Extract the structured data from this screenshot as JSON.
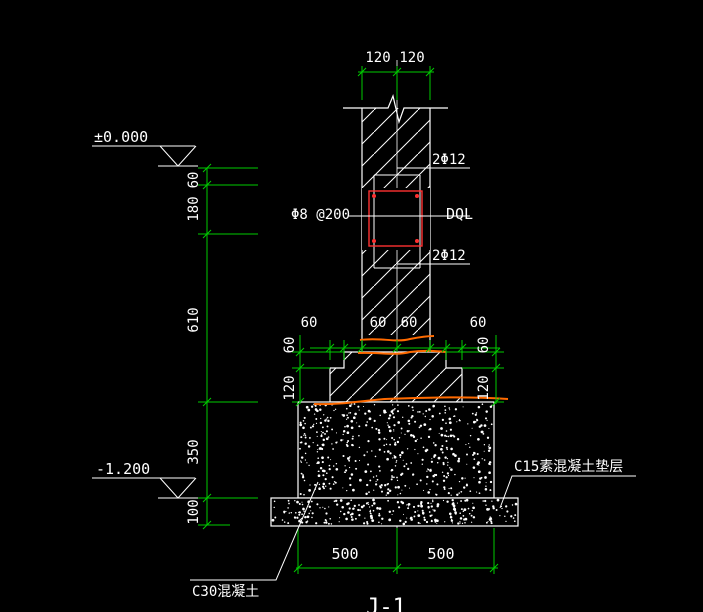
{
  "drawing": {
    "title": "J-1",
    "colors": {
      "background": "#000000",
      "white": "#ffffff",
      "dim_green": "#00cc00",
      "rebar_red": "#ff3030",
      "break_orange": "#ff6a00"
    },
    "elevations": {
      "top": "±0.000",
      "bottom": "-1.200"
    },
    "left_dims": [
      "60",
      "180",
      "610",
      "350",
      "100"
    ],
    "top_dims": [
      "120",
      "120"
    ],
    "step_dims": [
      "60",
      "60",
      "60",
      "60"
    ],
    "step_height_left": [
      "60",
      "120"
    ],
    "step_height_right": [
      "60",
      "120"
    ],
    "bottom_dims": [
      "500",
      "500"
    ],
    "labels": {
      "rebar_top": "2Φ12",
      "rebar_bottom": "2Φ12",
      "stirrup": "Φ8 @200",
      "ring_beam": "DQL",
      "c15": "C15素混凝土垫层",
      "c30": "C30混凝土"
    }
  }
}
